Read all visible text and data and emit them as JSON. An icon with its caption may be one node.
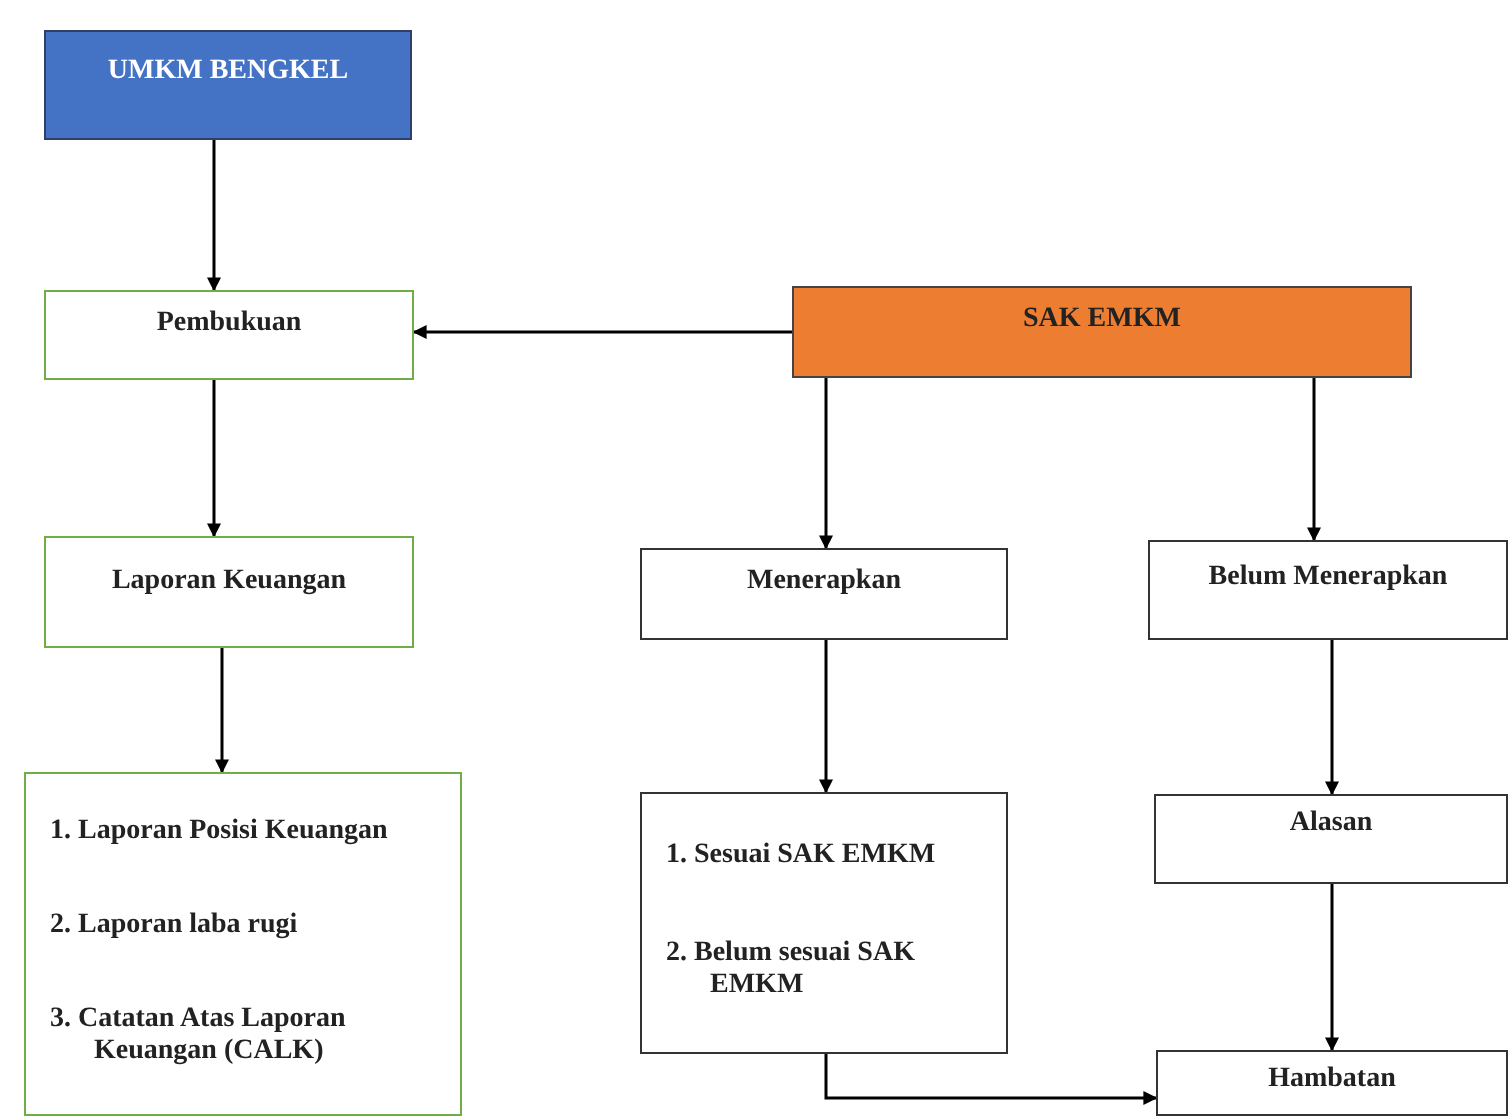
{
  "diagram": {
    "nodes": [
      {
        "text": [
          "UMKM BENGKEL"
        ]
      },
      {
        "text": [
          "Pembukuan"
        ]
      },
      {
        "text": [
          "SAK EMKM"
        ]
      },
      {
        "text": [
          "Laporan Keuangan"
        ]
      },
      {
        "text": [
          "Menerapkan"
        ]
      },
      {
        "text": [
          "Belum Menerapkan"
        ]
      },
      {
        "text": [
          "1. Laporan Posisi Keuangan",
          "2. Laporan laba rugi",
          "3. Catatan Atas Laporan Keuangan (CALK)"
        ]
      },
      {
        "text": [
          "1. Sesuai SAK EMKM",
          "2. Belum sesuai SAK EMKM"
        ]
      },
      {
        "text": [
          "Alasan"
        ]
      },
      {
        "text": [
          "Hambatan"
        ]
      }
    ],
    "edges": [
      {
        "from": 0,
        "to": 1,
        "arrow": "to"
      },
      {
        "from": 2,
        "to": 1,
        "arrow": "to"
      },
      {
        "from": 1,
        "to": 3,
        "arrow": "to"
      },
      {
        "from": 3,
        "to": 6,
        "arrow": "to"
      },
      {
        "from": 2,
        "to": 4,
        "arrow": "to"
      },
      {
        "from": 2,
        "to": 5,
        "arrow": "to"
      },
      {
        "from": 4,
        "to": 7,
        "arrow": "to"
      },
      {
        "from": 5,
        "to": 8,
        "arrow": "to"
      },
      {
        "from": 8,
        "to": 9,
        "arrow": "to"
      },
      {
        "from": 7,
        "to": 9,
        "arrow": "to"
      }
    ]
  }
}
